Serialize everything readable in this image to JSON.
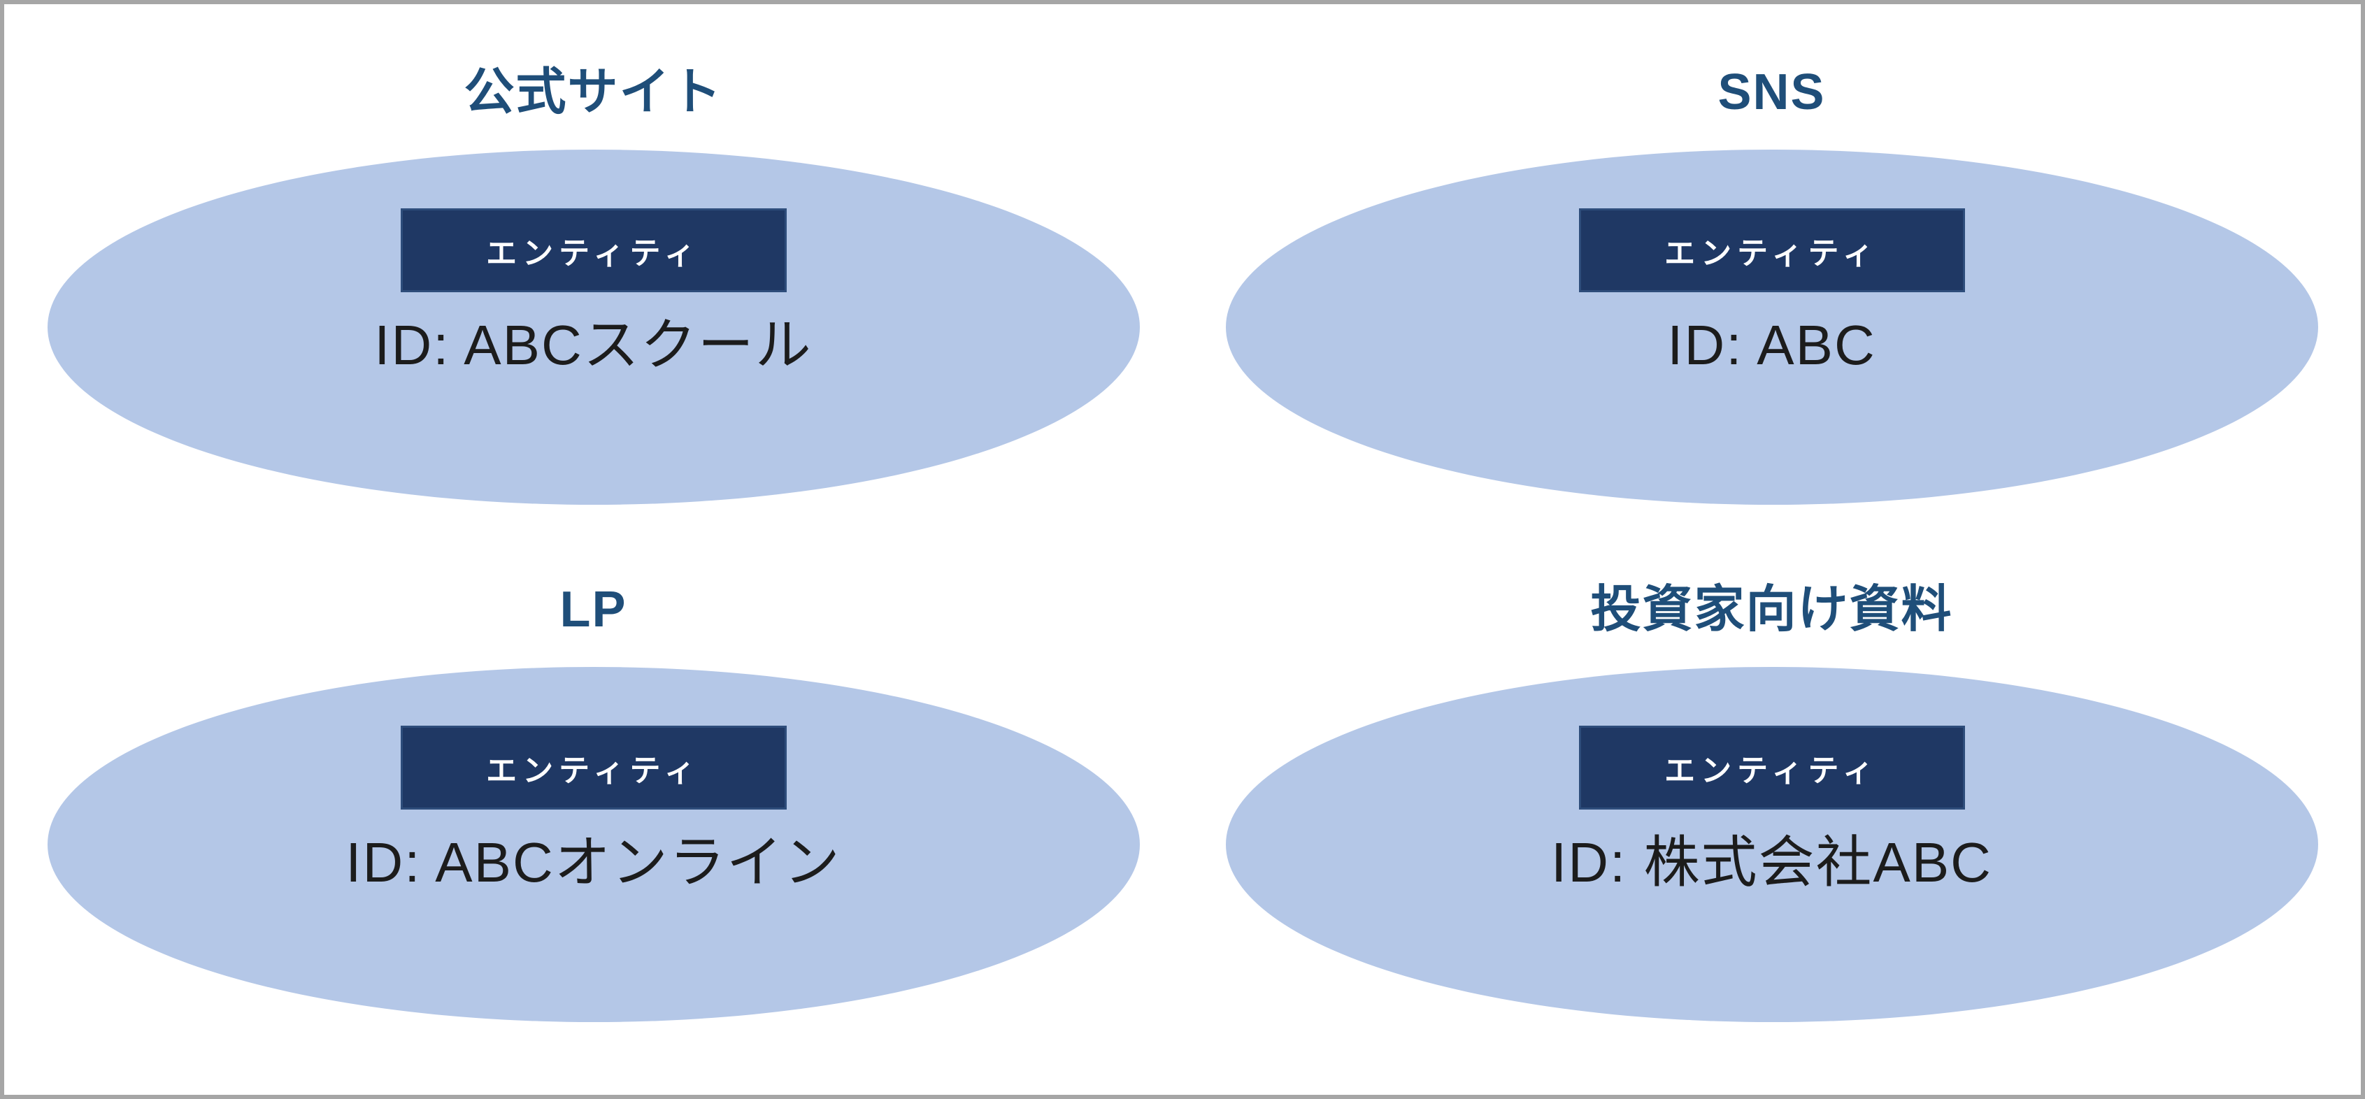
{
  "page": {
    "type": "entity-id-diagram",
    "background": "#FFFFFF",
    "frame_border_color": "#A6A6A6"
  },
  "colors": {
    "ellipse_fill": "#B4C7E7",
    "badge_fill": "#1F3864",
    "badge_border": "#2E4D7B",
    "badge_text": "#FFFFFF",
    "title_text": "#1F4E79",
    "id_text": "#1C1C1C"
  },
  "quadrants": [
    {
      "name": "official-site",
      "title": "公式サイト",
      "badge_label": "エンティティ",
      "id": "ID: ABCスクール"
    },
    {
      "name": "sns",
      "title": "SNS",
      "badge_label": "エンティティ",
      "id": "ID: ABC"
    },
    {
      "name": "lp",
      "title": "LP",
      "badge_label": "エンティティ",
      "id": "ID: ABCオンライン"
    },
    {
      "name": "investor-materials",
      "title": "投資家向け資料",
      "badge_label": "エンティティ",
      "id": "ID: 株式会社ABC"
    }
  ]
}
